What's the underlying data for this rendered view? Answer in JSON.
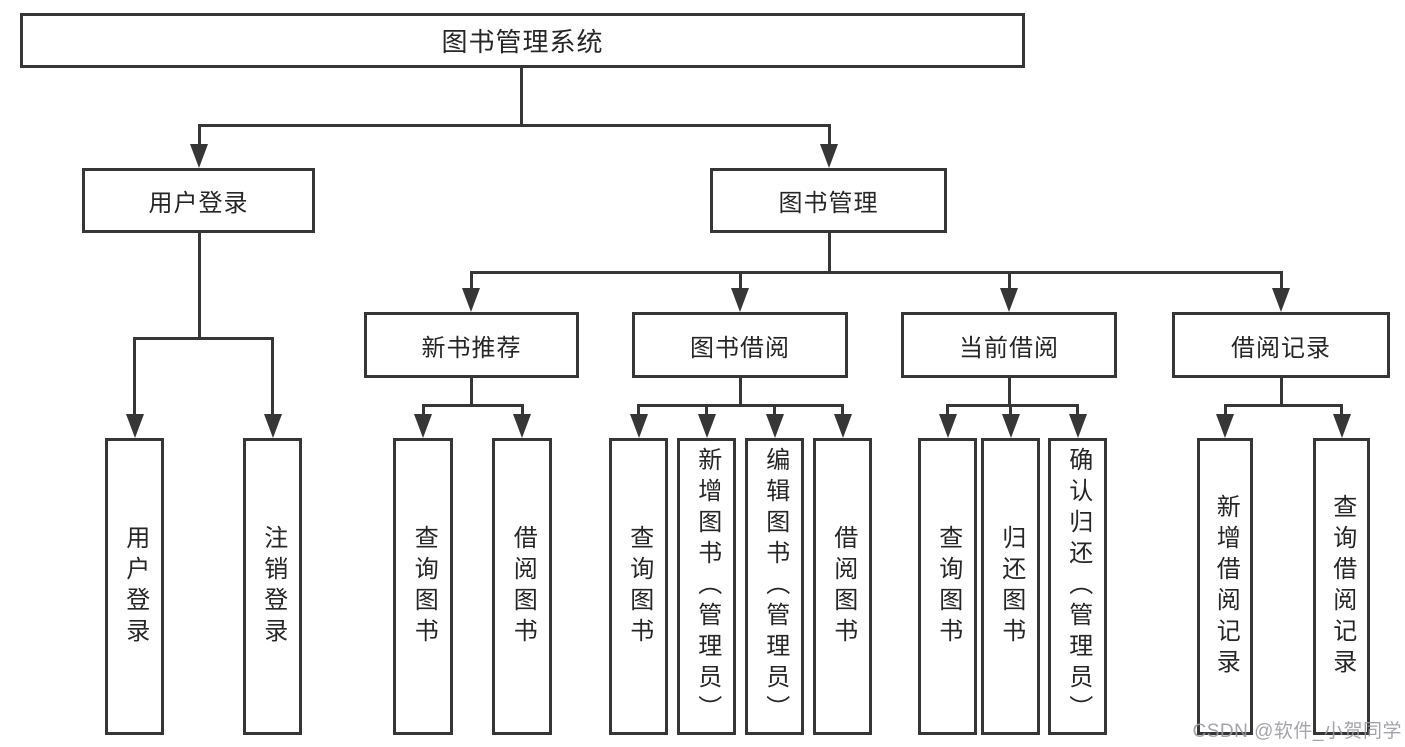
{
  "diagram": {
    "root": {
      "label": "图书管理系统"
    },
    "level2": [
      {
        "label": "用户登录",
        "parent": "图书管理系统"
      },
      {
        "label": "图书管理",
        "parent": "图书管理系统"
      }
    ],
    "level3": [
      {
        "label": "新书推荐",
        "parent": "图书管理"
      },
      {
        "label": "图书借阅",
        "parent": "图书管理"
      },
      {
        "label": "当前借阅",
        "parent": "图书管理"
      },
      {
        "label": "借阅记录",
        "parent": "图书管理"
      }
    ],
    "leaves": [
      {
        "label": "用户登录",
        "parent": "用户登录"
      },
      {
        "label": "注销登录",
        "parent": "用户登录"
      },
      {
        "label": "查询图书",
        "parent": "新书推荐"
      },
      {
        "label": "借阅图书",
        "parent": "新书推荐"
      },
      {
        "label": "查询图书",
        "parent": "图书借阅"
      },
      {
        "label": "新增图书（管理员）",
        "parent": "图书借阅"
      },
      {
        "label": "编辑图书（管理员）",
        "parent": "图书借阅"
      },
      {
        "label": "借阅图书",
        "parent": "图书借阅"
      },
      {
        "label": "查询图书",
        "parent": "当前借阅"
      },
      {
        "label": "归还图书",
        "parent": "当前借阅"
      },
      {
        "label": "确认归还（管理员）",
        "parent": "当前借阅"
      },
      {
        "label": "新增借阅记录",
        "parent": "借阅记录"
      },
      {
        "label": "查询借阅记录",
        "parent": "借阅记录"
      }
    ]
  },
  "watermark": {
    "text": "CSDN @软件_小贺同学"
  },
  "colors": {
    "line": "#363636",
    "box_border": "#363636",
    "box_background": "#ffffff",
    "text": "#262626",
    "watermark": "#9a9aa2",
    "background": "#ffffff"
  }
}
